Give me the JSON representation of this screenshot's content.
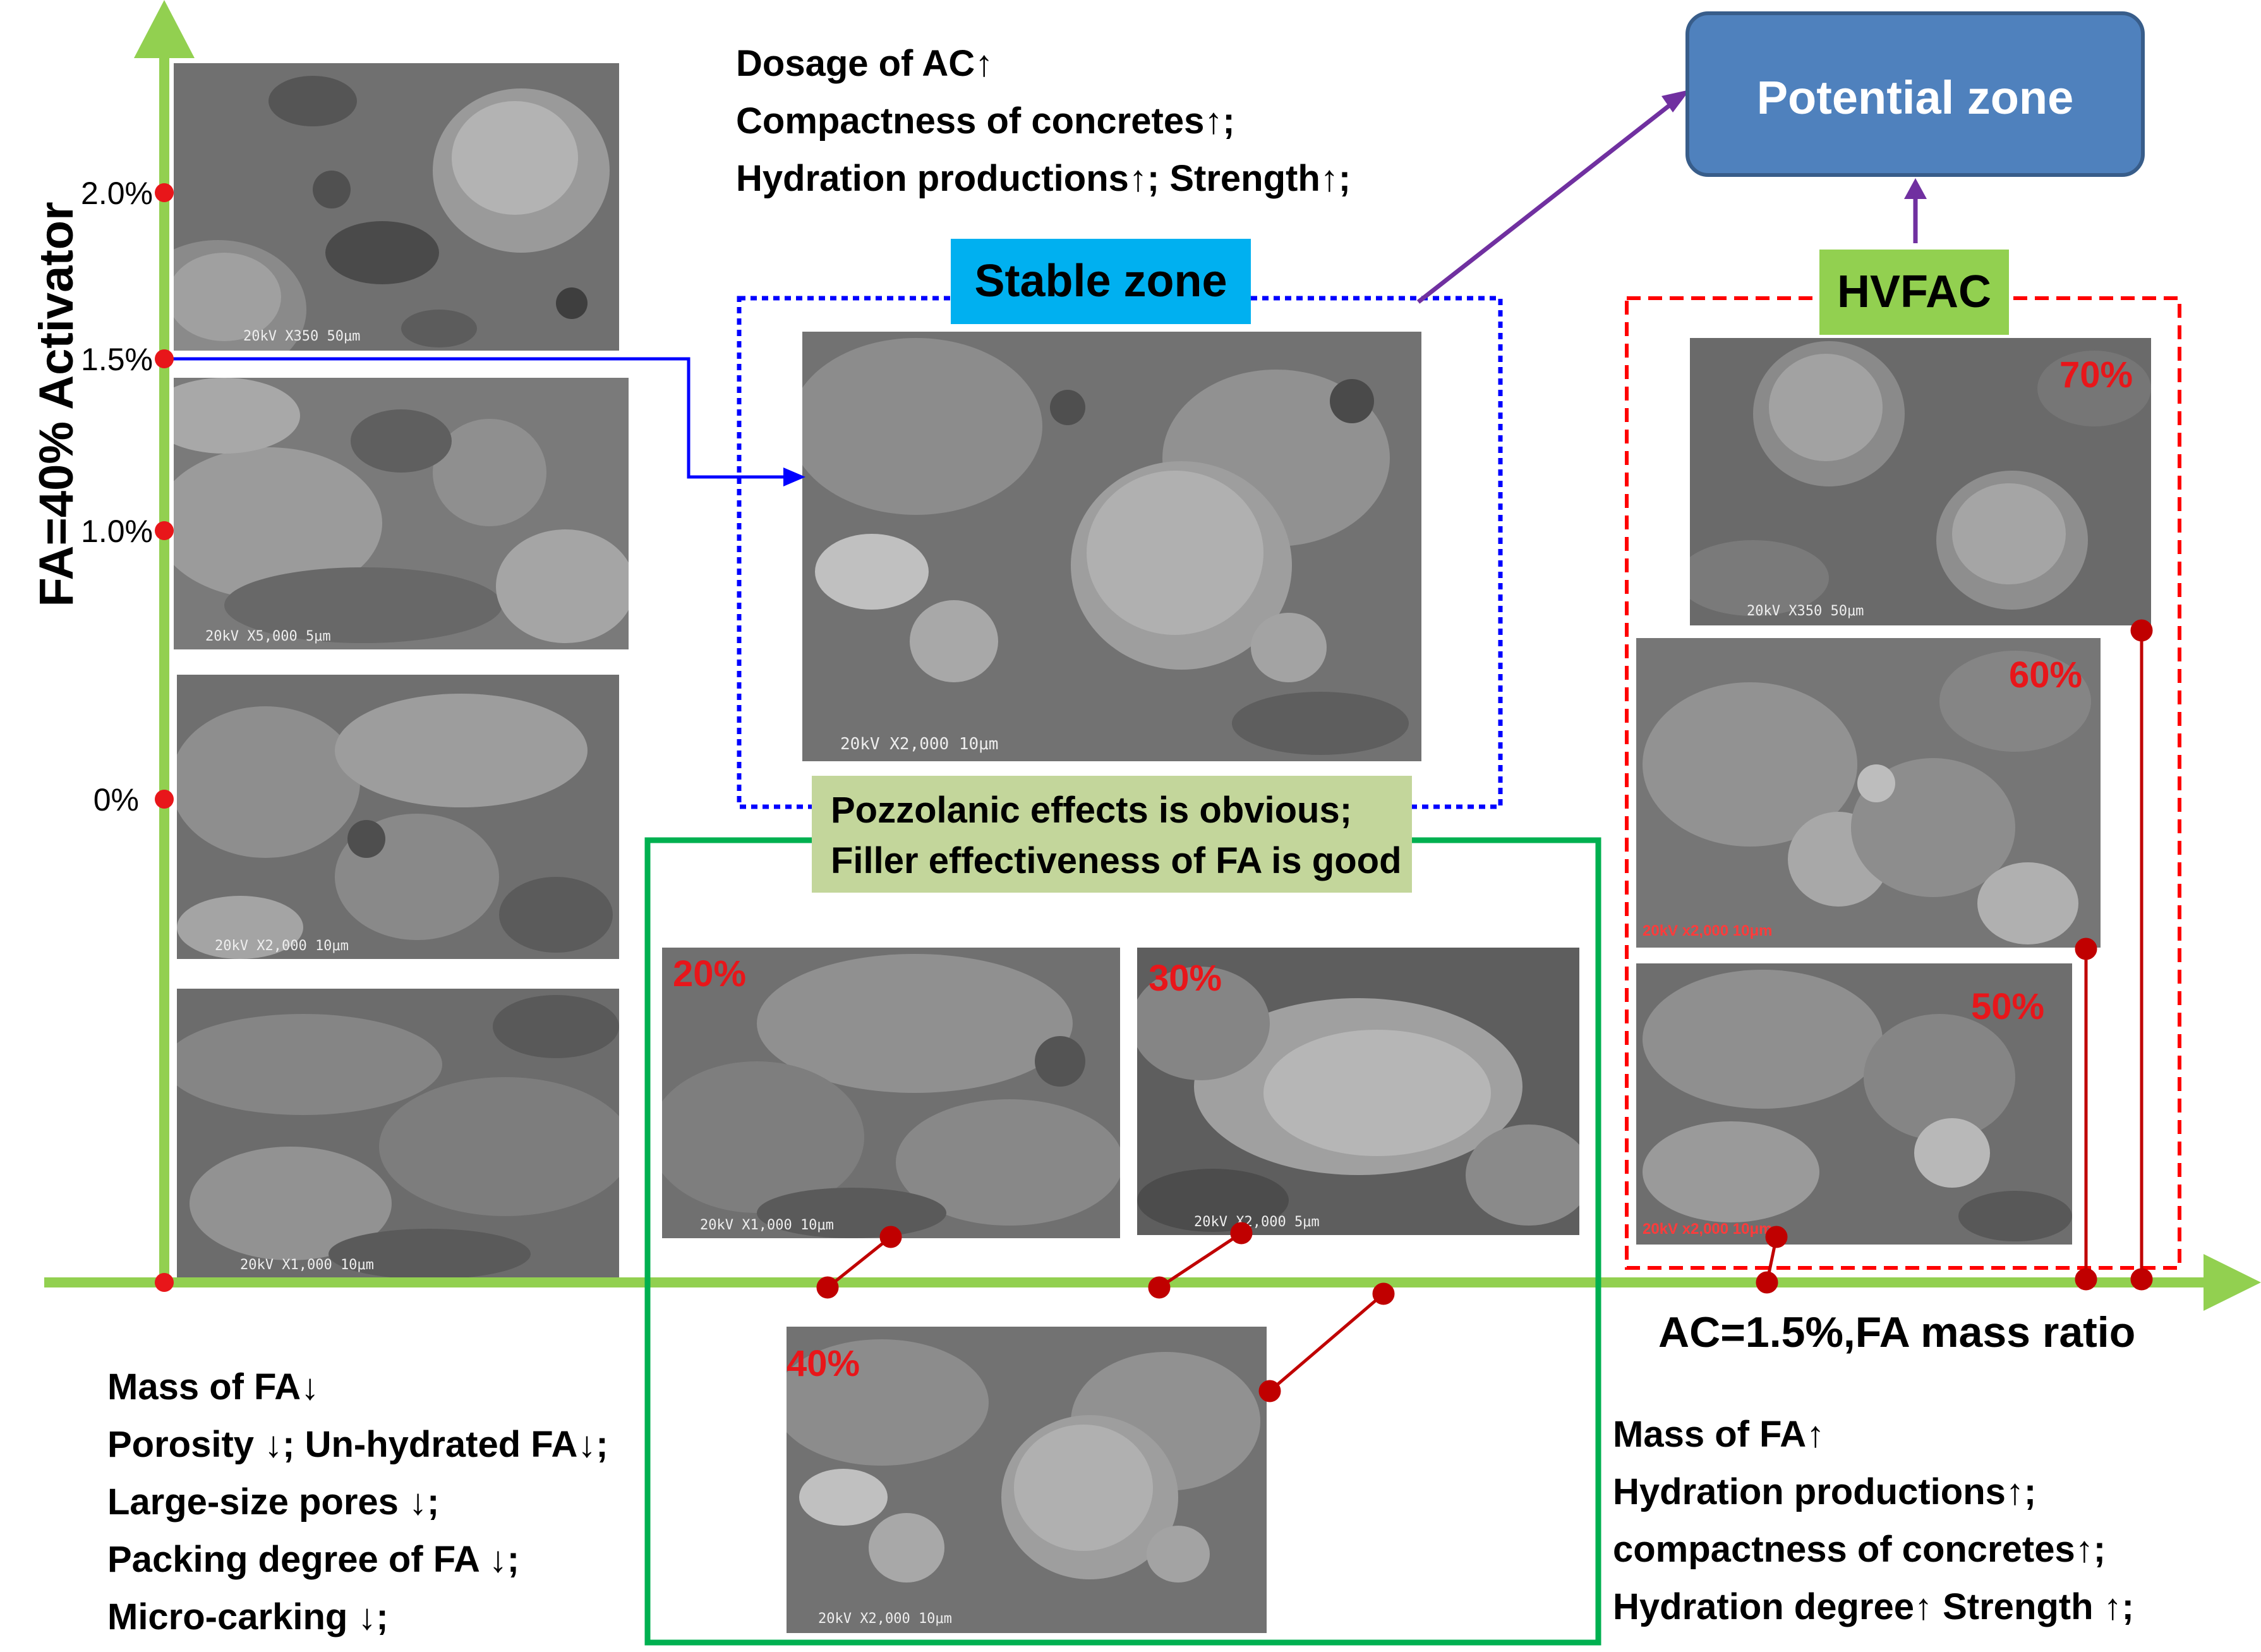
{
  "y_axis": {
    "title": "FA=40% Activator",
    "ticks": [
      "2.0%",
      "1.5%",
      "1.0%",
      "0%"
    ]
  },
  "x_axis": {
    "title": "AC=1.5%,FA mass ratio"
  },
  "top_notes": {
    "lines": [
      "Dosage of AC↑",
      "Compactness of concretes↑;",
      "Hydration productions↑; Strength↑;"
    ]
  },
  "stable_zone": {
    "label": "Stable zone"
  },
  "potential_zone": {
    "label": "Potential zone"
  },
  "hvfac": {
    "label": "HVFAC"
  },
  "pozzolanic_box": {
    "lines": [
      "Pozzolanic effects is obvious;",
      "Filler effectiveness of FA is good"
    ]
  },
  "fa_ratio_labels": {
    "p20": "20%",
    "p30": "30%",
    "p40": "40%",
    "p50": "50%",
    "p60": "60%",
    "p70": "70%"
  },
  "left_notes": {
    "lines": [
      "Mass of FA↓",
      "Porosity ↓; Un-hydrated FA↓;",
      "Large-size pores ↓;",
      "Packing degree of FA ↓;",
      "Micro-carking ↓;"
    ]
  },
  "right_notes": {
    "lines": [
      "Mass of FA↑",
      "Hydration productions↑;",
      "compactness of concretes↑;",
      "Hydration degree↑ Strength ↑;"
    ]
  },
  "sem_captions": {
    "y20": "20kV X350 50μm",
    "y15": "20kV X5,000 5μm",
    "y10": "20kV X2,000 10μm",
    "y0": "20kV X1,000 10μm",
    "stable": "20kV X2,000 10μm",
    "p20": "20kV X1,000 10μm",
    "p30": "20kV X2,000 5μm",
    "p40": "20kV X2,000 10μm",
    "p50": "20kV x2,000 10μm",
    "p60": "20kV x2,000 10μm",
    "p70": "20kV X350 50μm"
  },
  "colors": {
    "axis_green": "#92d050",
    "marker_red": "#e8161a",
    "connector_red": "#c00000",
    "stable_zone_bg": "#00b0f0",
    "potential_zone_bg": "#4f81bd",
    "potential_zone_border": "#385d8a",
    "hvfac_bg": "#92d050",
    "pozzolanic_bg": "#c3d69b",
    "stable_border_blue": "#0000ff",
    "hvfac_border_red": "#ff0000",
    "green_box_border": "#00b050",
    "arrow_purple": "#7030a0",
    "arrow_blue": "#0000ff"
  }
}
